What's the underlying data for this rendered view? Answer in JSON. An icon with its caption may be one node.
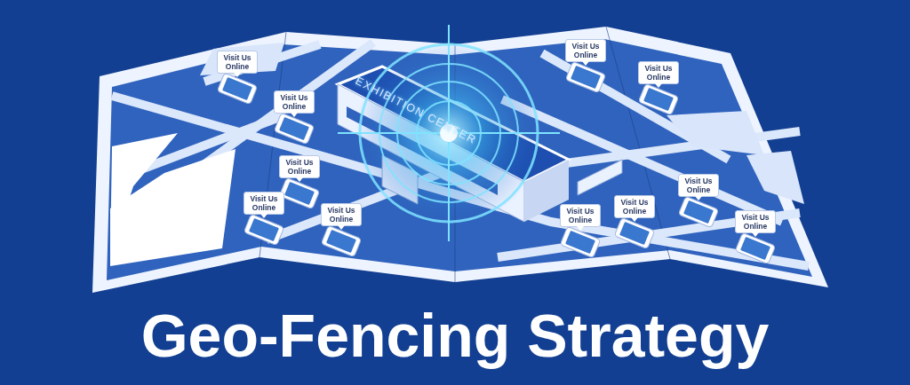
{
  "diagram": {
    "title": "Geo-Fencing Strategy",
    "labels": [
      "EXHIBITION CENTER",
      "Visit Us Online",
      "Visit Us Online",
      "Visit Us Online",
      "Visit Us Online",
      "Visit Us Online",
      "Visit Us Online",
      "Visit Us Online",
      "Visit Us Online",
      "Visit Us Online",
      "Visit Us Online",
      "Visit Us Online"
    ]
  }
}
